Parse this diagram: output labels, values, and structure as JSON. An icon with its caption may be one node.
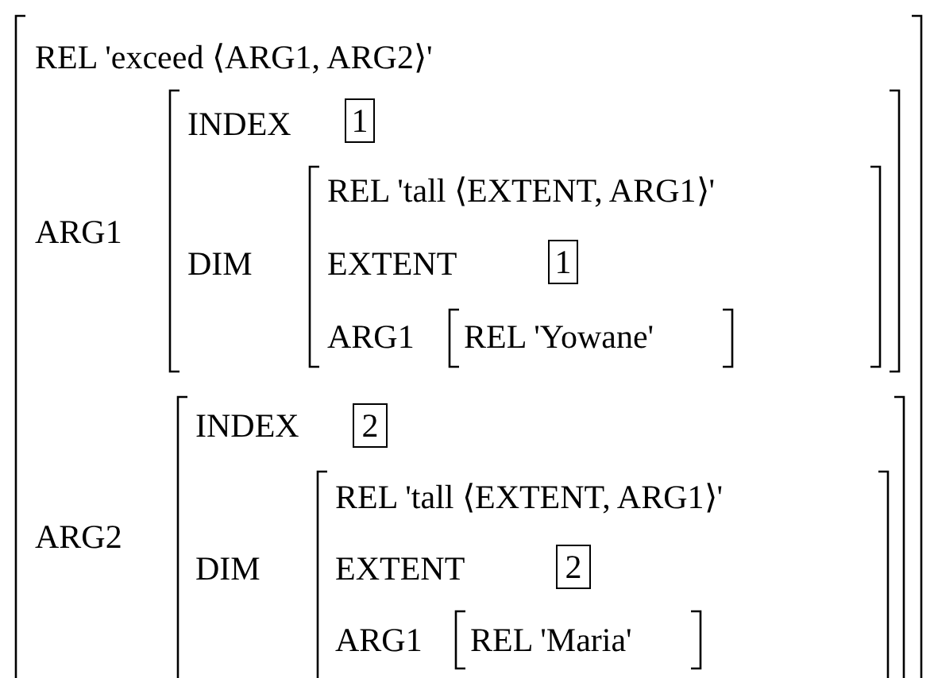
{
  "diagram": {
    "nodes": [
      {
        "text": [
          "REL 'exceed ⟨ARG1, ARG2⟩'",
          "ARG1",
          "ARG2"
        ]
      },
      {
        "text": [
          "INDEX",
          "DIM"
        ],
        "in": 0
      },
      {
        "text": [
          "1"
        ],
        "in": 1
      },
      {
        "text": [
          "REL 'tall ⟨EXTENT, ARG1⟩'",
          "EXTENT",
          "ARG1"
        ],
        "in": 1
      },
      {
        "text": [
          "1"
        ],
        "in": 3
      },
      {
        "text": [
          "REL 'Yowane'"
        ],
        "in": 3
      },
      {
        "text": [
          "INDEX",
          "DIM"
        ],
        "in": 0
      },
      {
        "text": [
          "2"
        ],
        "in": 6
      },
      {
        "text": [
          "REL 'tall ⟨EXTENT, ARG1⟩'",
          "EXTENT",
          "ARG1"
        ],
        "in": 6
      },
      {
        "text": [
          "2"
        ],
        "in": 8
      },
      {
        "text": [
          "REL 'Maria'"
        ],
        "in": 8
      }
    ]
  }
}
